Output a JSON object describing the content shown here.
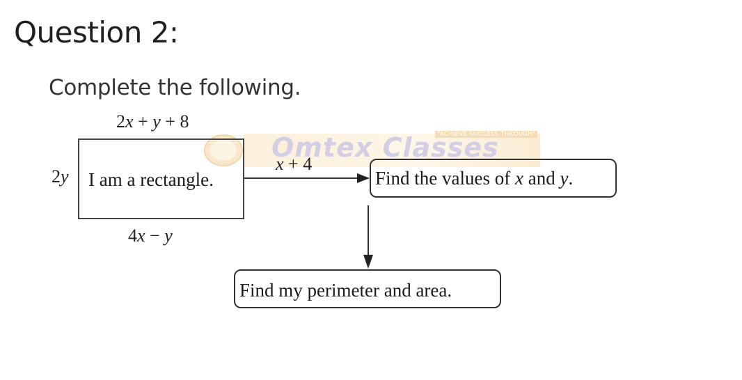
{
  "question": {
    "heading": "Question 2:",
    "instruction": "Complete the following."
  },
  "rectangle": {
    "text": "I am a rectangle.",
    "top_side": {
      "num1": "2",
      "var1": "x",
      "op1": " + ",
      "var2": "y",
      "op2": " + ",
      "num2": "8"
    },
    "left_side": {
      "num": "2",
      "var": "y"
    },
    "bottom_side": {
      "num": "4",
      "var1": "x",
      "op": " − ",
      "var2": "y"
    }
  },
  "arrow_label": {
    "var": "x",
    "op": " + ",
    "num": "4"
  },
  "box_values": {
    "prefix": "Find the values of ",
    "var1": "x",
    "mid": " and ",
    "var2": "y",
    "suffix": "."
  },
  "box_perimeter": {
    "text": "Find my perimeter and area."
  },
  "watermark": {
    "brand": "Omtex Classes",
    "tagline": "\"ACHIEVE SUCCESS THROUGH\"",
    "logo_icon": "omtex-logo-icon"
  },
  "colors": {
    "line": "#333333",
    "watermark_band": "#f7d9a0",
    "watermark_text": "#8a7fb8"
  }
}
